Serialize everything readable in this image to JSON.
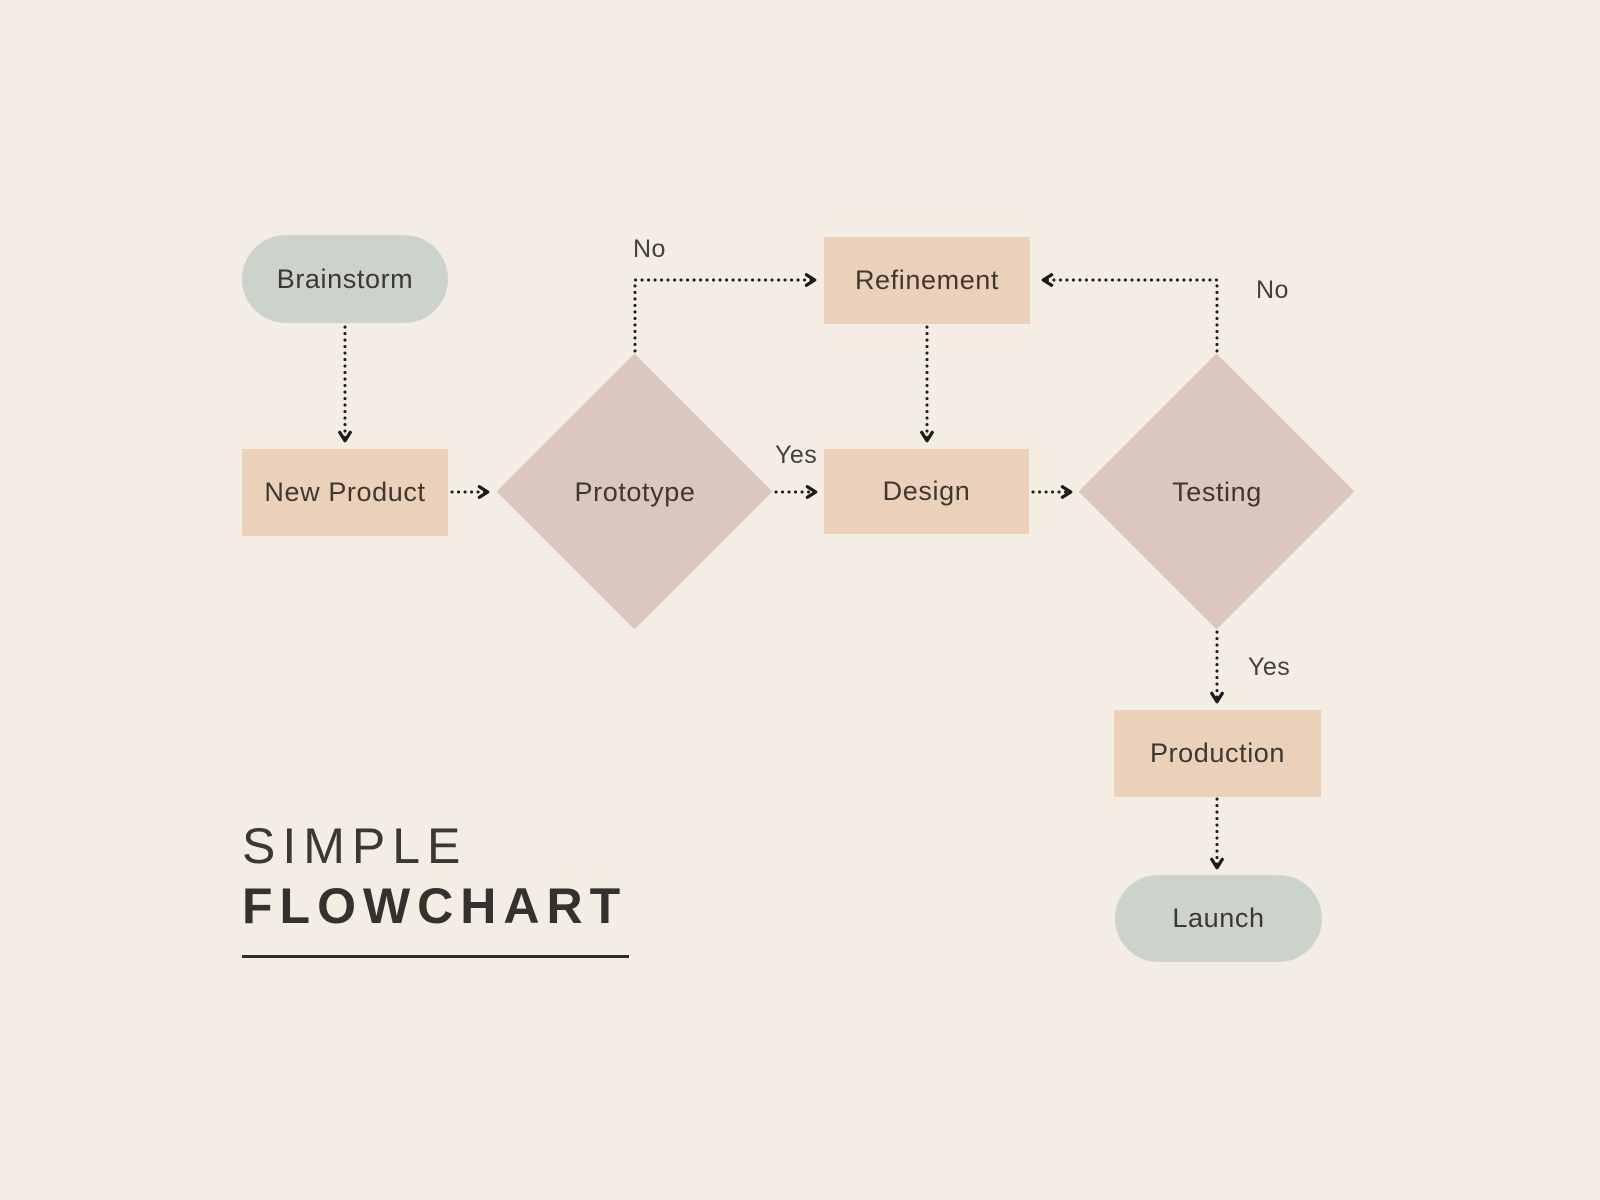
{
  "page": {
    "background_color": "#f3ede4"
  },
  "title": {
    "line1": "SIMPLE",
    "line2": "FLOWCHART"
  },
  "palette": {
    "terminator_fill": "#cbd3ca",
    "process_fill": "#ebd1b9",
    "decision_fill": "#dbc7bf",
    "node_text": "#3e3831",
    "title_text": "#34322e",
    "arrow_color": "#1c1c1c",
    "background": "#f3ede4"
  },
  "nodes": [
    {
      "id": "brainstorm",
      "type": "terminator",
      "label": "Brainstorm"
    },
    {
      "id": "new-product",
      "type": "process",
      "label": "New Product"
    },
    {
      "id": "prototype",
      "type": "decision",
      "label": "Prototype"
    },
    {
      "id": "refinement",
      "type": "process",
      "label": "Refinement"
    },
    {
      "id": "design",
      "type": "process",
      "label": "Design"
    },
    {
      "id": "testing",
      "type": "decision",
      "label": "Testing"
    },
    {
      "id": "production",
      "type": "process",
      "label": "Production"
    },
    {
      "id": "launch",
      "type": "terminator",
      "label": "Launch"
    }
  ],
  "edges": [
    {
      "from": "brainstorm",
      "to": "new-product",
      "label": ""
    },
    {
      "from": "new-product",
      "to": "prototype",
      "label": ""
    },
    {
      "from": "prototype",
      "to": "design",
      "label": "Yes"
    },
    {
      "from": "prototype",
      "to": "refinement",
      "label": "No"
    },
    {
      "from": "refinement",
      "to": "design",
      "label": ""
    },
    {
      "from": "design",
      "to": "testing",
      "label": ""
    },
    {
      "from": "testing",
      "to": "refinement",
      "label": "No"
    },
    {
      "from": "testing",
      "to": "production",
      "label": "Yes"
    },
    {
      "from": "production",
      "to": "launch",
      "label": ""
    }
  ]
}
